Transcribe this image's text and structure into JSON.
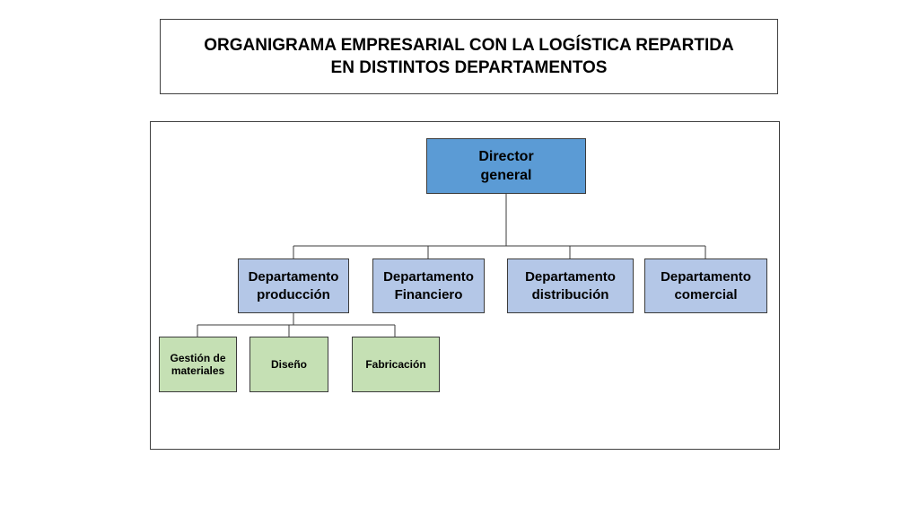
{
  "title": {
    "line1": "ORGANIGRAMA EMPRESARIAL CON LA LOGÍSTICA REPARTIDA",
    "line2": "EN DISTINTOS DEPARTAMENTOS"
  },
  "org": {
    "director": {
      "line1": "Director",
      "line2": "general"
    },
    "departments": [
      {
        "line1": "Departamento",
        "line2": "producción"
      },
      {
        "line1": "Departamento",
        "line2": "Financiero"
      },
      {
        "line1": "Departamento",
        "line2": "distribución"
      },
      {
        "line1": "Departamento",
        "line2": "comercial"
      }
    ],
    "production_units": [
      {
        "line1": "Gestión de",
        "line2": "materiales"
      },
      {
        "line1": "Diseño",
        "line2": ""
      },
      {
        "line1": "Fabricación",
        "line2": ""
      }
    ]
  },
  "colors": {
    "director_fill": "#5b9bd5",
    "department_fill": "#b4c7e7",
    "unit_fill": "#c5e0b4",
    "connector": "#3b3b3b"
  }
}
